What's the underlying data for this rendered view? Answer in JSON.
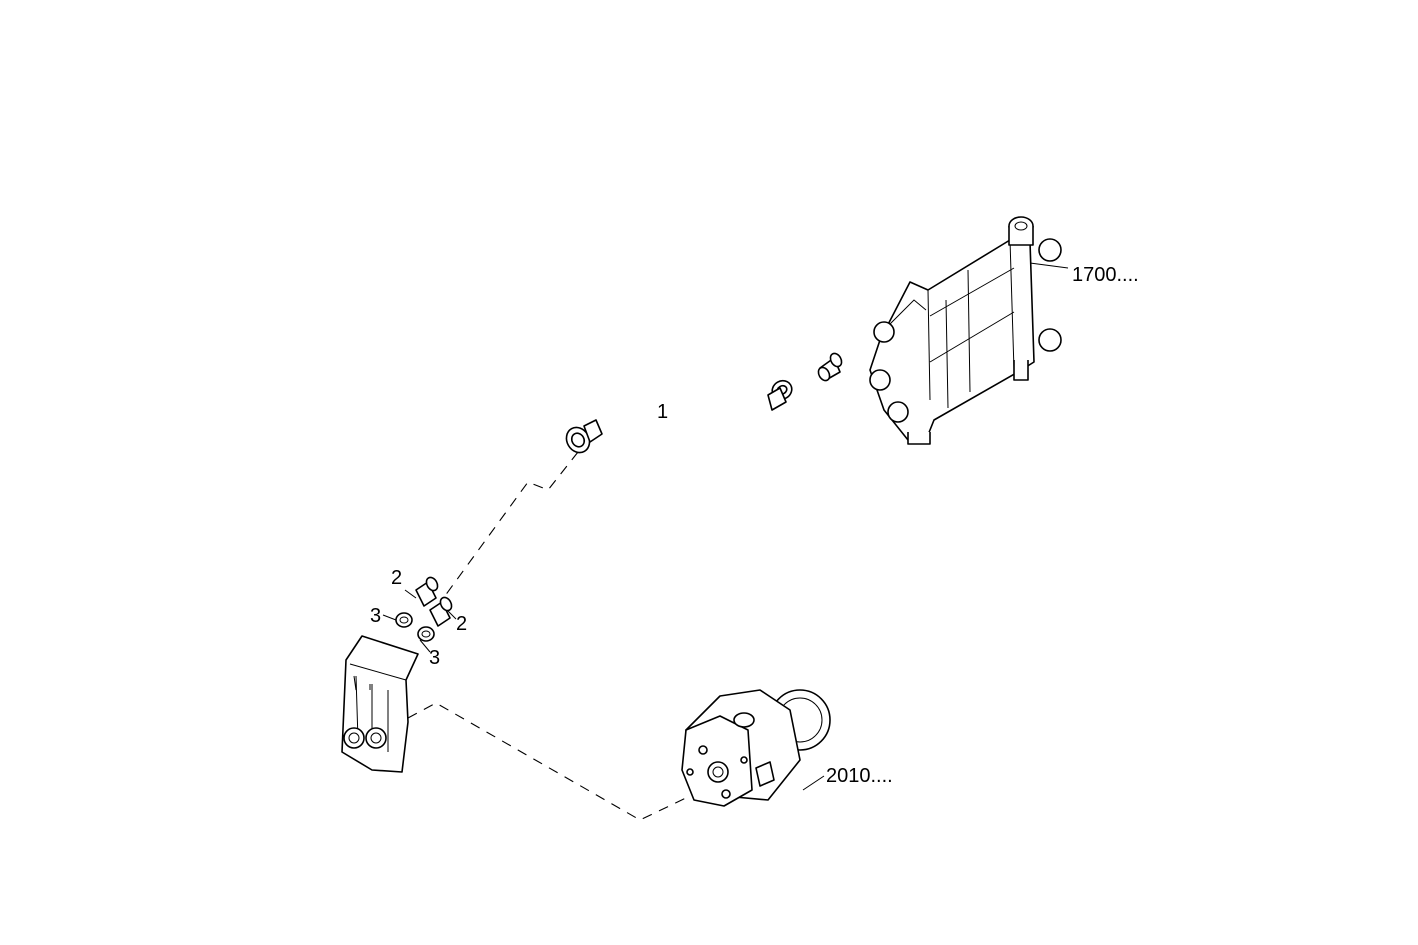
{
  "diagram": {
    "callouts": {
      "pipe": "1",
      "union_upper": "2",
      "union_lower": "2",
      "washer_upper": "3",
      "washer_lower": "3",
      "cylinder_head_ref": "1700....",
      "pump_ref": "2010...."
    }
  }
}
